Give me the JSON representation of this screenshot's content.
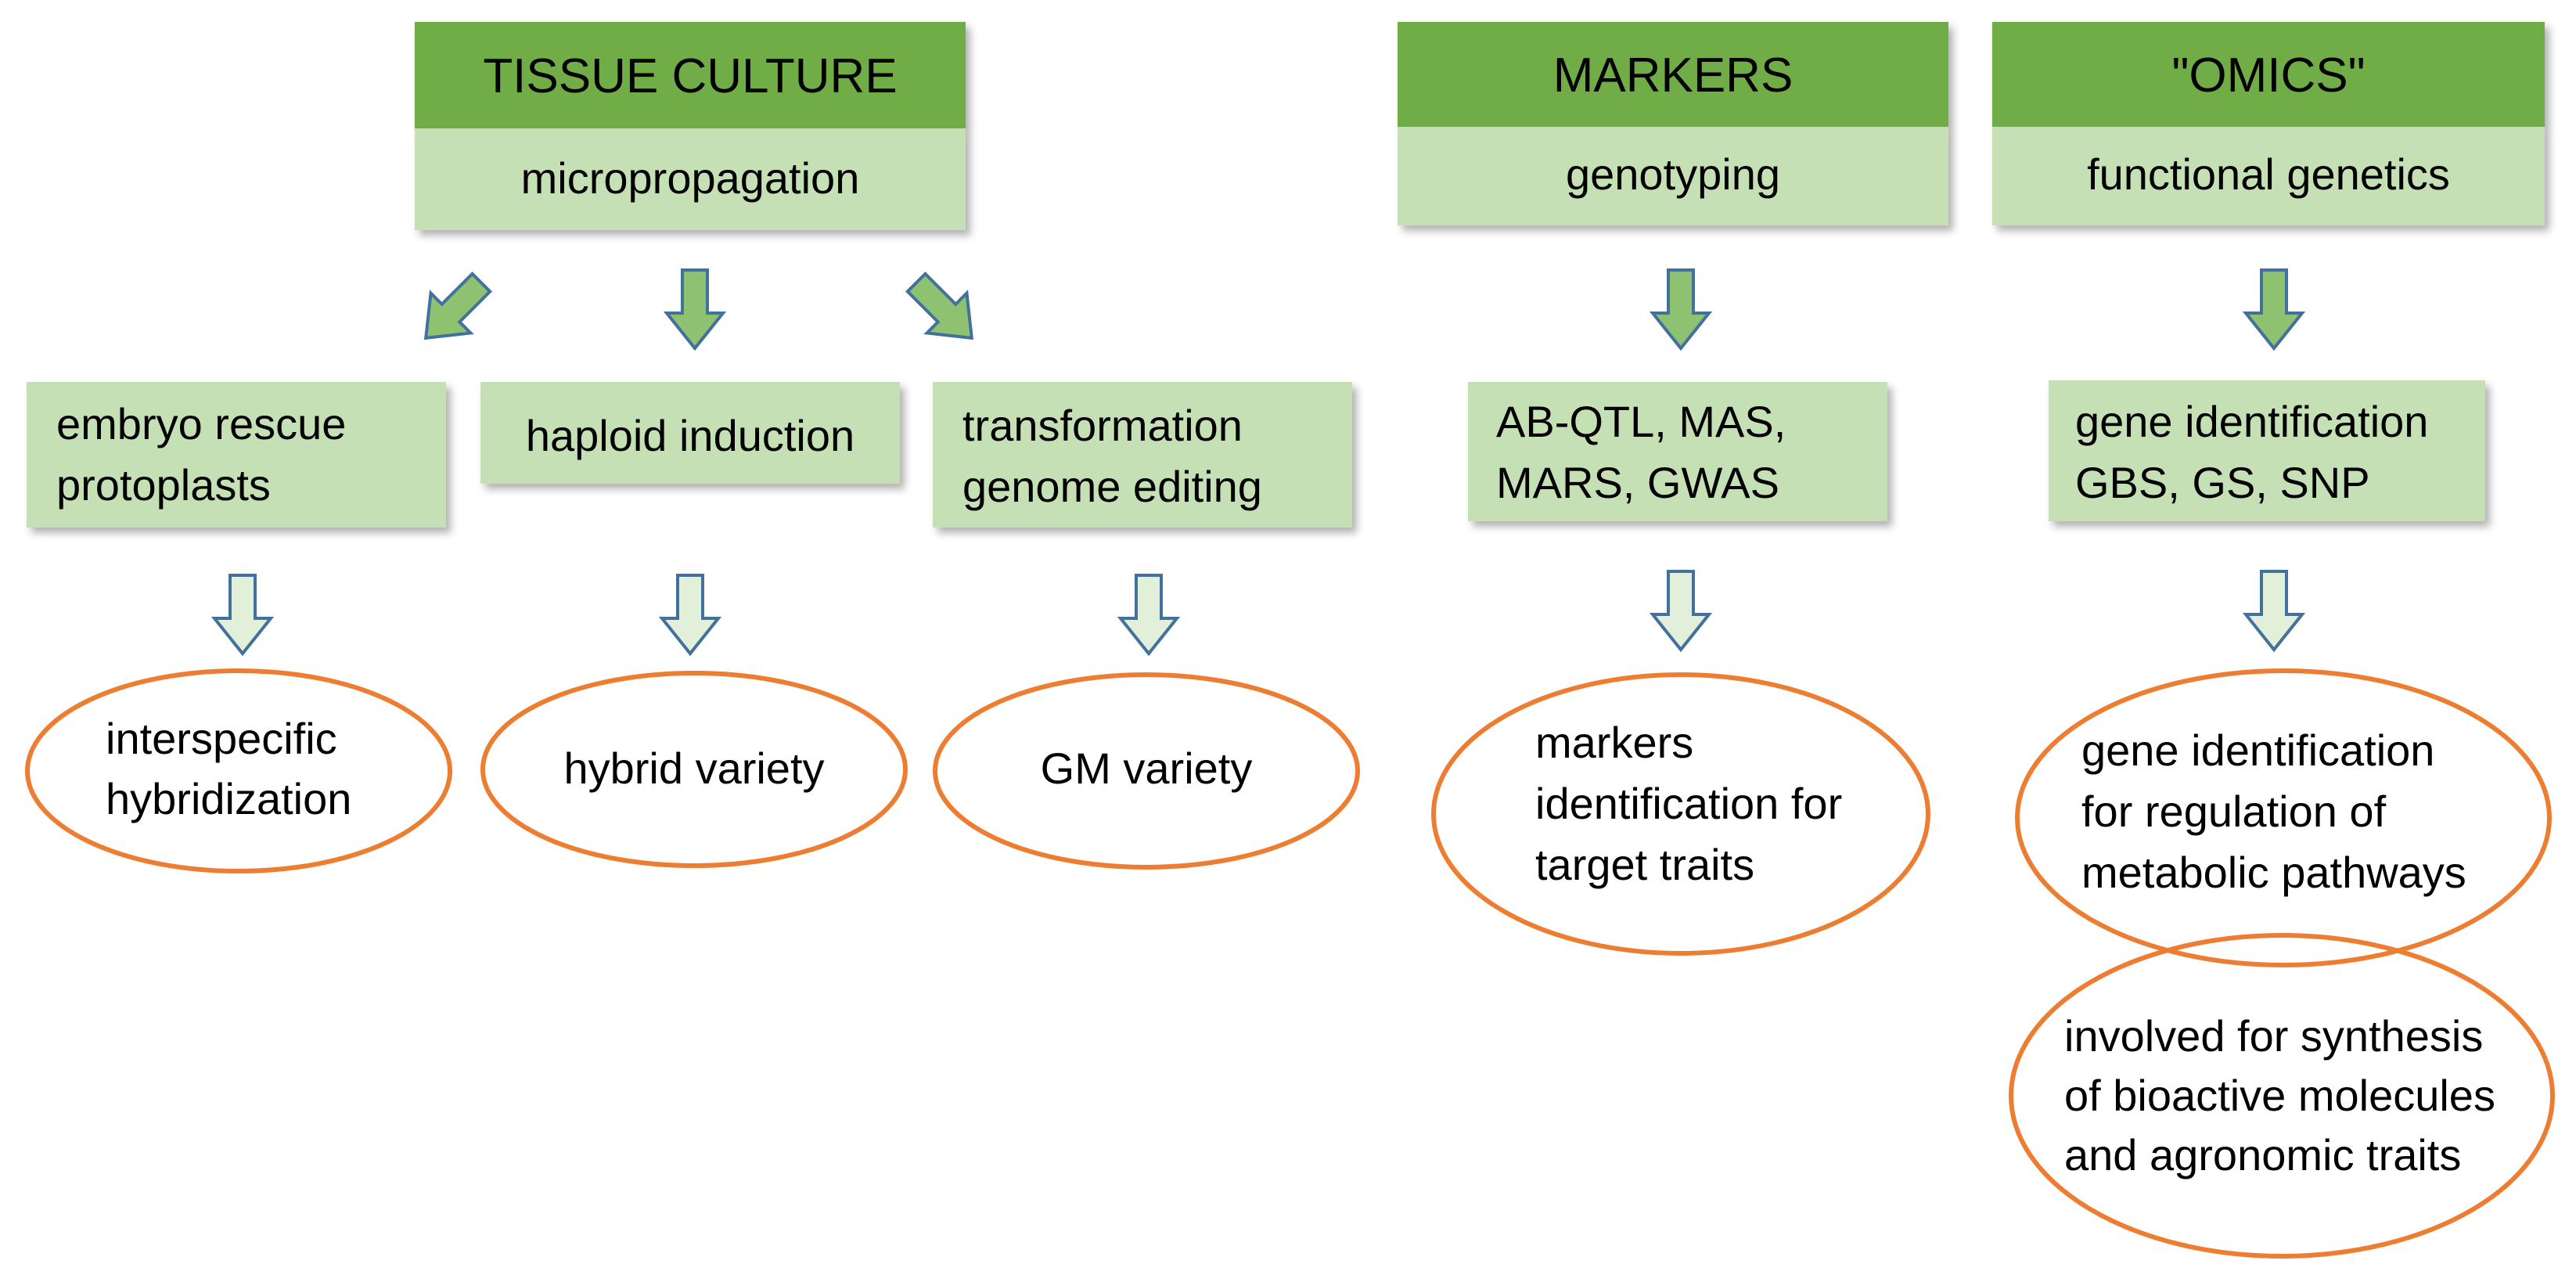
{
  "colors": {
    "header_fill": "#70ad47",
    "sub_fill": "#c5e0b4",
    "arrow_dark_fill": "#8fc270",
    "arrow_light_fill": "#e2efd9",
    "arrow_stroke": "#41719c",
    "oval_stroke": "#ed7d31"
  },
  "columns": {
    "tissue_culture": {
      "header": "TISSUE CULTURE",
      "sub": "micropropagation",
      "branches": [
        {
          "box_lines": [
            "embryo rescue",
            "protoplasts"
          ],
          "result_lines": [
            "interspecific",
            "hybridization"
          ]
        },
        {
          "box_lines": [
            "haploid induction"
          ],
          "result_lines": [
            "hybrid variety"
          ]
        },
        {
          "box_lines": [
            "transformation",
            "genome editing"
          ],
          "result_lines": [
            "GM variety"
          ]
        }
      ]
    },
    "markers": {
      "header": "MARKERS",
      "sub": "genotyping",
      "box_lines": [
        "AB-QTL, MAS,",
        "MARS, GWAS"
      ],
      "result_lines": [
        "markers",
        "identification for",
        "target traits"
      ]
    },
    "omics": {
      "header": "\"OMICS\"",
      "sub": "functional genetics",
      "box_lines": [
        "gene identification",
        "GBS, GS, SNP"
      ],
      "result_lines": [
        "gene identification",
        "for regulation of",
        "metabolic pathways"
      ],
      "result2_lines": [
        "involved for synthesis",
        "of bioactive molecules",
        "and agronomic traits"
      ]
    }
  }
}
